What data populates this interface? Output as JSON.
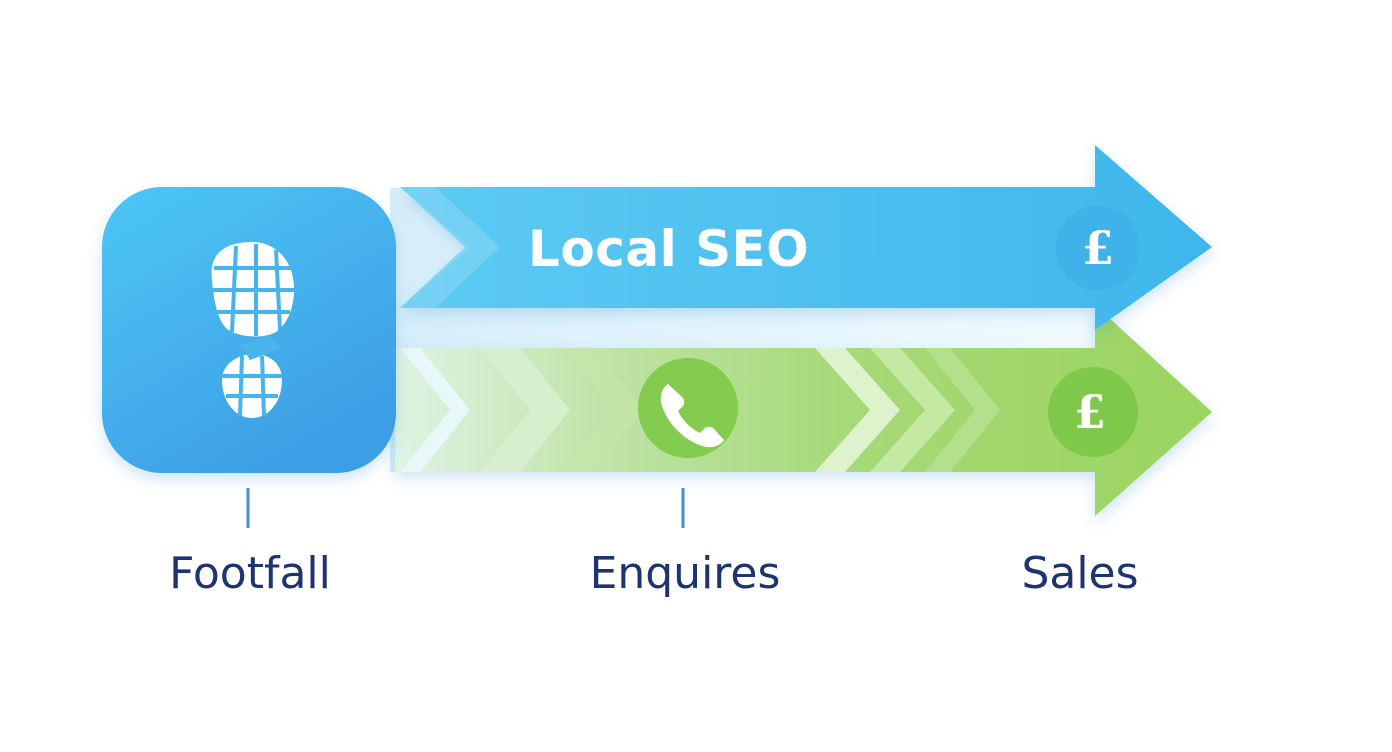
{
  "arrow": {
    "title": "Local SEO",
    "blue_currency": "£",
    "green_currency": "£"
  },
  "stages": {
    "footfall": "Footfall",
    "enquires": "Enquires",
    "sales": "Sales"
  },
  "icons": {
    "start": "footprint-icon",
    "middle": "phone-icon",
    "end": "pound-icon"
  },
  "colors": {
    "blue": "#46bdee",
    "green": "#9fd567",
    "label": "#1e3470",
    "connector": "#4a8fd0"
  }
}
